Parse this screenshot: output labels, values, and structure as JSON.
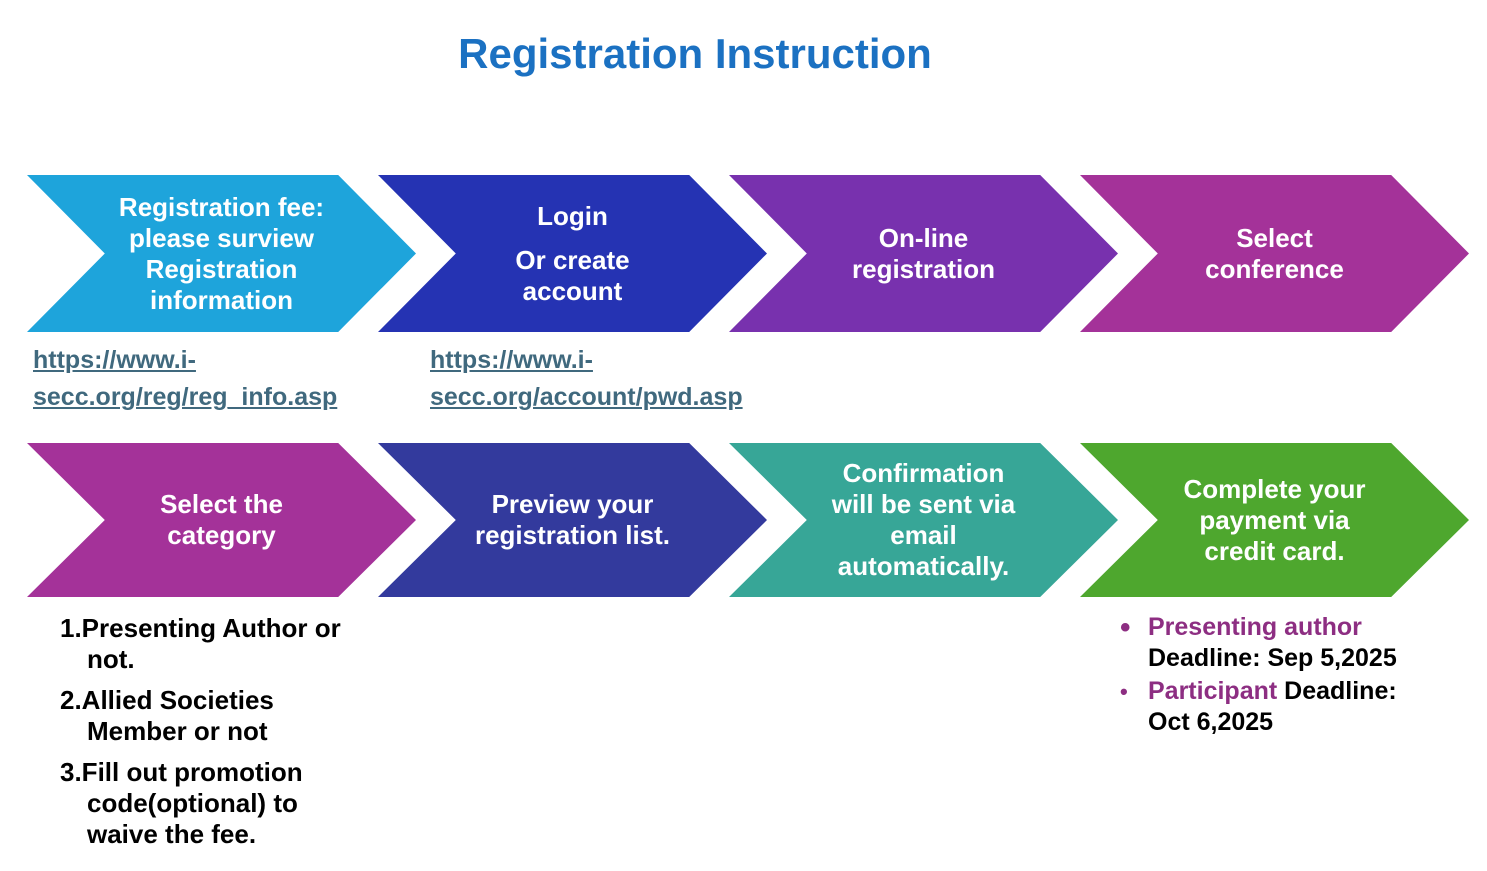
{
  "title": {
    "text": "Registration Instruction",
    "color": "#1B71C2"
  },
  "steps": [
    {
      "label": "Registration fee:\nplease surview\nRegistration\ninformation",
      "color": "#1EA4DB"
    },
    {
      "label": "Login",
      "label2": "Or create\naccount",
      "color": "#2533B3"
    },
    {
      "label": "On-line\nregistration",
      "color": "#7831AE"
    },
    {
      "label": "Select\nconference",
      "color": "#A43299"
    },
    {
      "label": "Select the\ncategory",
      "color": "#A43299"
    },
    {
      "label": "Preview your\nregistration list.",
      "color": "#333A9D"
    },
    {
      "label": "Confirmation\nwill be sent via\nemail\nautomatically.",
      "color": "#37A697"
    },
    {
      "label": "Complete  your\npayment via\ncredit card.",
      "color": "#4EA72E"
    }
  ],
  "links": {
    "color": "#40697E",
    "items": [
      {
        "text": "https://www.i-\nsecc.org/reg/reg_info.asp"
      },
      {
        "text": "https://www.i-\nsecc.org/account/pwd.asp"
      }
    ]
  },
  "category_notes": [
    {
      "text": "1.Presenting Author  or\nnot."
    },
    {
      "text": "2.Allied Societies\nMember or not"
    },
    {
      "text": "3.Fill out promotion\ncode(optional) to\nwaive the fee."
    }
  ],
  "deadlines": {
    "highlight_color": "#8D2E82",
    "items": [
      {
        "bullet": "•",
        "highlight": "Presenting author",
        "rest": "Deadline: Sep 5,2025"
      },
      {
        "bullet": "•",
        "highlight": "Participant",
        "rest": " Deadline: Oct 6,2025"
      }
    ]
  }
}
